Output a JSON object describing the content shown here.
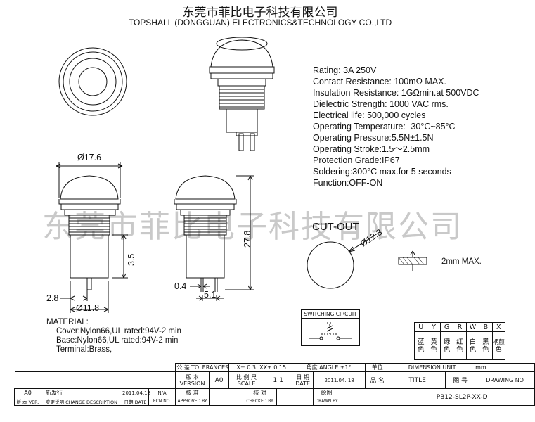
{
  "header": {
    "company_cn": "东莞市菲比电子科技有限公司",
    "company_en": "TOPSHALL (DONGGUAN) ELECTRONICS&TECHNOLOGY CO.,LTD"
  },
  "specs": [
    "Rating:  3A  250V",
    "Contact Resistance: 100mΩ MAX.",
    "Insulation Resistance: 1GΩmin.at 500VDC",
    "Dielectric Strength: 1000 VAC rms.",
    "Electrical life: 500,000 cycles",
    "Operating Temperature:  -30°C~85°C",
    "Operating Pressure:5.5N±1.5N",
    "Operating Stroke:1.5～2.5mm",
    "Protection Grade:IP67",
    "Soldering:300°C max.for 5 seconds",
    "Function:OFF-ON"
  ],
  "watermark": "东莞市菲比电子科技有限公司",
  "dimensions": {
    "d176": "Ø17.6",
    "d35": "3.5",
    "d28": "2.8",
    "d118": "Ø11.8",
    "d278": "27.8",
    "d04": "0.4",
    "d51": "5.1",
    "d123": "Ø12.3"
  },
  "cutout": {
    "title": "CUT-OUT",
    "note": "2mm MAX."
  },
  "switching_circuit": "SWITCHING CIRCUIT",
  "material": {
    "title": "MATERIAL:",
    "lines": [
      "Cover:Nylon66,UL rated:94V-2 min",
      "Base:Nylon66,UL rated:94V-2 min",
      "Terminal:Brass,"
    ]
  },
  "color_table": {
    "codes": [
      "U",
      "Y",
      "G",
      "R",
      "W",
      "B",
      "X"
    ],
    "names": [
      "蓝色",
      "黄色",
      "绿色",
      "红色",
      "白色",
      "黑色",
      "柄颜色"
    ]
  },
  "title_block": {
    "tolerance_cn": "公 差",
    "tolerance_en": "TOLERANCES",
    "tol_values": ".X± 0.3  .XX± 0.15",
    "angle": "角度 ANGLE ±1°",
    "unit_cn": "单位",
    "unit_en": "DIMENSION UNIT",
    "unit_val": "mm.",
    "version_cn": "版 本",
    "version_en": "VERSION",
    "version_val": "A0",
    "scale_cn": "比 例 尺",
    "scale_en": "SCALE",
    "scale_val": "1:1",
    "date_cn": "日 期",
    "date_en": "DATE",
    "date_val": "2011.04. 18",
    "title_cn": "品 名",
    "title_en": "TITLE",
    "drawing_cn": "图 号",
    "drawing_en": "DRAWING NO",
    "checked_cn": "核 对",
    "checked_en": "CHECKED BY",
    "approved_cn": "核 准",
    "approved_en": "APPROVED BY",
    "drawn_cn": "绘图",
    "drawn_en": "DRAWN BY",
    "part_no": "PB12-SL2P-XX-D",
    "rev_row": {
      "ver": "A0",
      "desc": "新发行",
      "date": "2011.04.18",
      "ecn": "N/A"
    },
    "ver_cn": "版 本",
    "ver_en": "VER.",
    "desc_cn": "变更说明",
    "desc_en": "CHANGE DESCRIPTION",
    "d_cn": "日期",
    "d_en": "DATE",
    "ecn_en": "ECN NO."
  }
}
